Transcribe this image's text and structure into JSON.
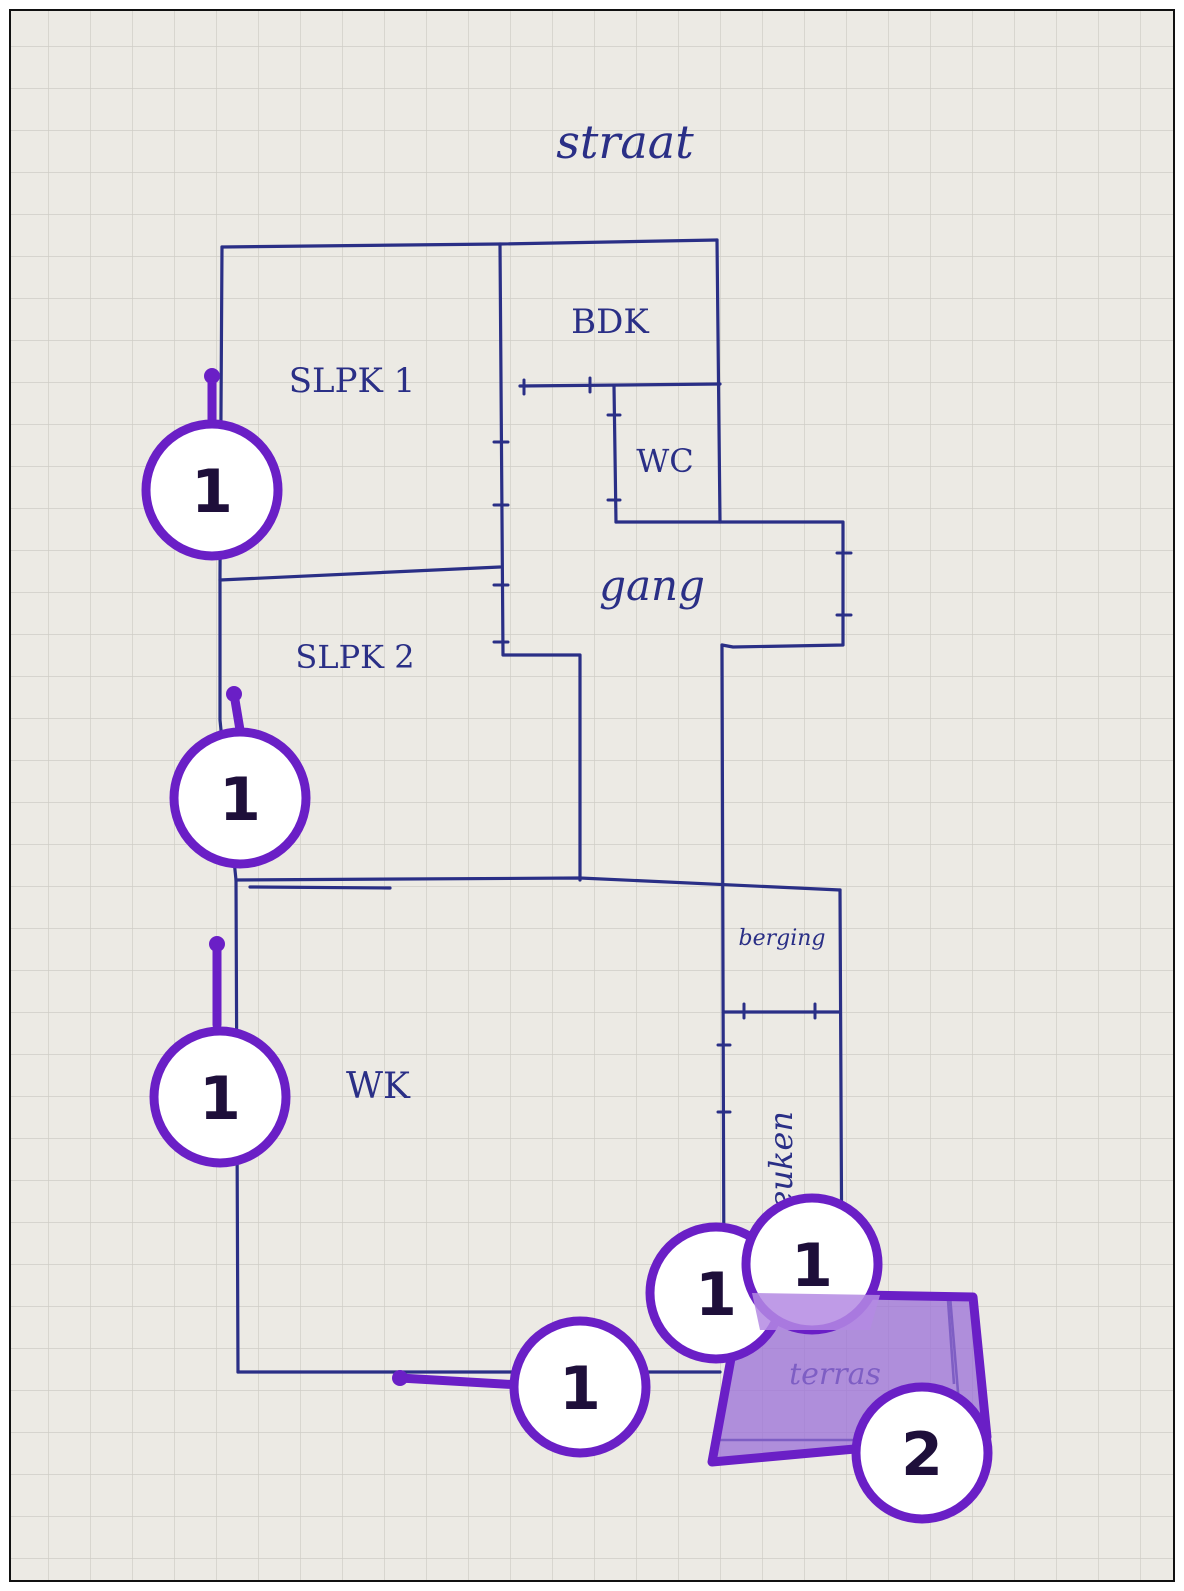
{
  "drawing": {
    "street_label": "straat",
    "rooms": {
      "bedroom1": "SLPK 1",
      "bathroom": "BDK",
      "toilet": "WC",
      "hallway": "gang",
      "bedroom2": "SLPK 2",
      "storage": "berging",
      "kitchen": "keuken",
      "living": "WK",
      "terrace": "terras"
    }
  },
  "annotations": {
    "marker_1": "1",
    "marker_2": "2"
  },
  "colors": {
    "paper": "#eceae4",
    "grid": "#cfcdc6",
    "ink": "#2a2f86",
    "annotation": "#6a1fc6",
    "annotation_fill": "#9b6fd8",
    "frame": "#111111"
  }
}
